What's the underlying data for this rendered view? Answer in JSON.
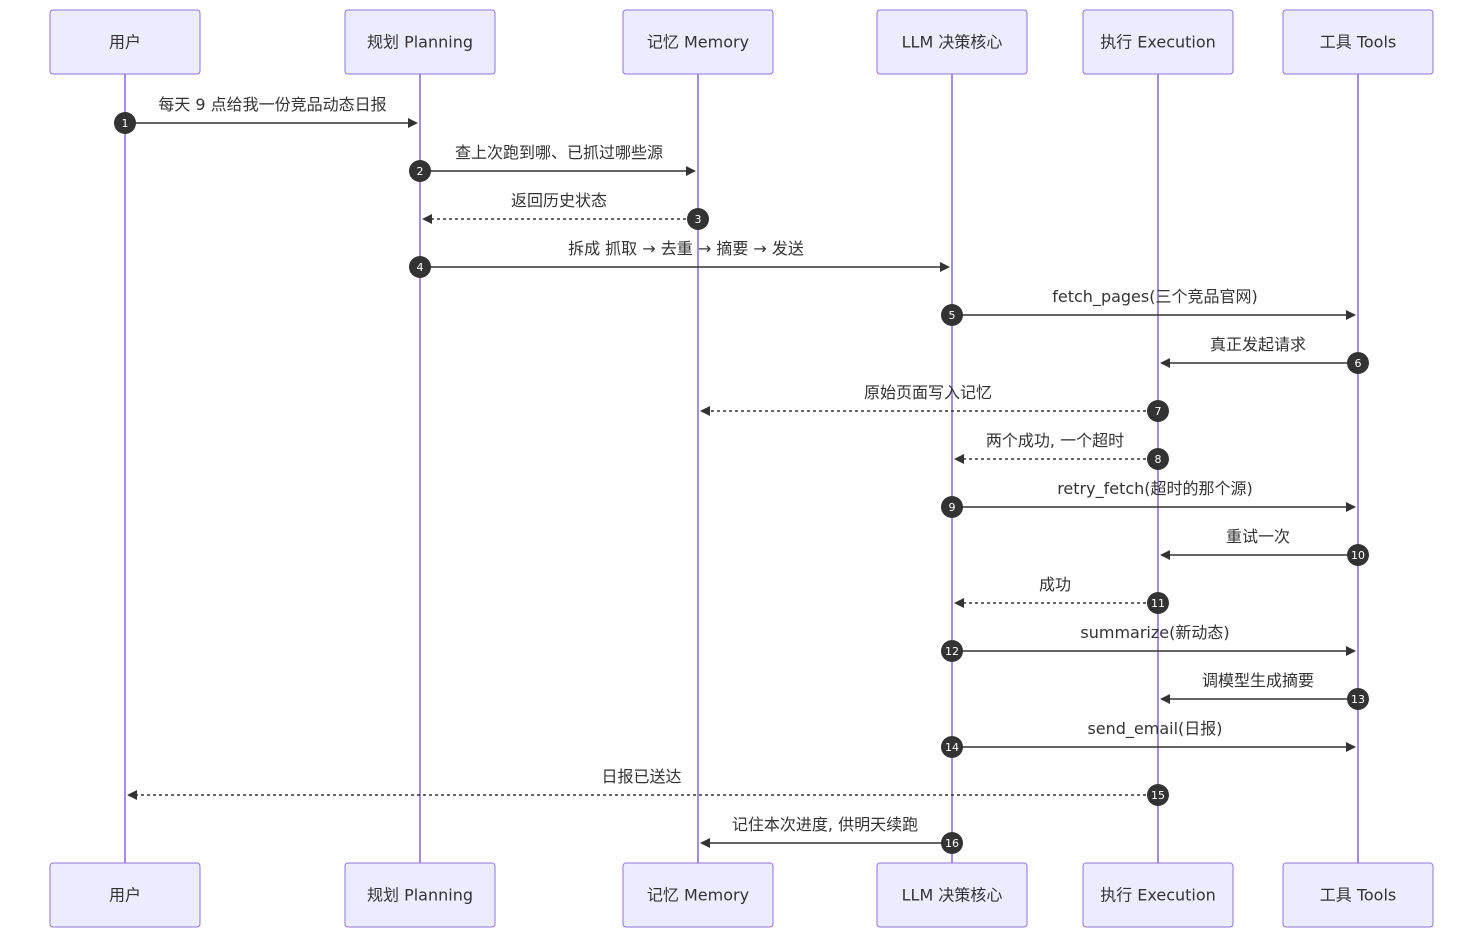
{
  "participants": [
    {
      "id": "user",
      "label": "用户"
    },
    {
      "id": "planning",
      "label": "规划 Planning"
    },
    {
      "id": "memory",
      "label": "记忆 Memory"
    },
    {
      "id": "llm",
      "label": "LLM 决策核心"
    },
    {
      "id": "execution",
      "label": "执行 Execution"
    },
    {
      "id": "tools",
      "label": "工具 Tools"
    }
  ],
  "messages": [
    {
      "number": "1",
      "from": "user",
      "to": "planning",
      "text": "每天 9 点给我一份竞品动态日报",
      "style": "solid"
    },
    {
      "number": "2",
      "from": "planning",
      "to": "memory",
      "text": "查上次跑到哪、已抓过哪些源",
      "style": "solid"
    },
    {
      "number": "3",
      "from": "memory",
      "to": "planning",
      "text": "返回历史状态",
      "style": "dashed"
    },
    {
      "number": "4",
      "from": "planning",
      "to": "llm",
      "text": "拆成 抓取 → 去重 → 摘要 → 发送",
      "style": "solid"
    },
    {
      "number": "5",
      "from": "llm",
      "to": "tools",
      "text": "fetch_pages(三个竞品官网)",
      "style": "solid"
    },
    {
      "number": "6",
      "from": "tools",
      "to": "execution",
      "text": "真正发起请求",
      "style": "solid"
    },
    {
      "number": "7",
      "from": "execution",
      "to": "memory",
      "text": "原始页面写入记忆",
      "style": "dashed"
    },
    {
      "number": "8",
      "from": "execution",
      "to": "llm",
      "text": "两个成功, 一个超时",
      "style": "dashed"
    },
    {
      "number": "9",
      "from": "llm",
      "to": "tools",
      "text": "retry_fetch(超时的那个源)",
      "style": "solid"
    },
    {
      "number": "10",
      "from": "tools",
      "to": "execution",
      "text": "重试一次",
      "style": "solid"
    },
    {
      "number": "11",
      "from": "execution",
      "to": "llm",
      "text": "成功",
      "style": "dashed"
    },
    {
      "number": "12",
      "from": "llm",
      "to": "tools",
      "text": "summarize(新动态)",
      "style": "solid"
    },
    {
      "number": "13",
      "from": "tools",
      "to": "execution",
      "text": "调模型生成摘要",
      "style": "solid"
    },
    {
      "number": "14",
      "from": "llm",
      "to": "tools",
      "text": "send_email(日报)",
      "style": "solid"
    },
    {
      "number": "15",
      "from": "execution",
      "to": "user",
      "text": "日报已送达",
      "style": "dashed"
    },
    {
      "number": "16",
      "from": "llm",
      "to": "memory",
      "text": "记住本次进度, 供明天续跑",
      "style": "solid"
    }
  ],
  "colors": {
    "actor_fill": "#ececff",
    "actor_border": "#9370db",
    "lifeline": "#9370db",
    "message": "#333333",
    "sequence_badge": "#333333"
  }
}
